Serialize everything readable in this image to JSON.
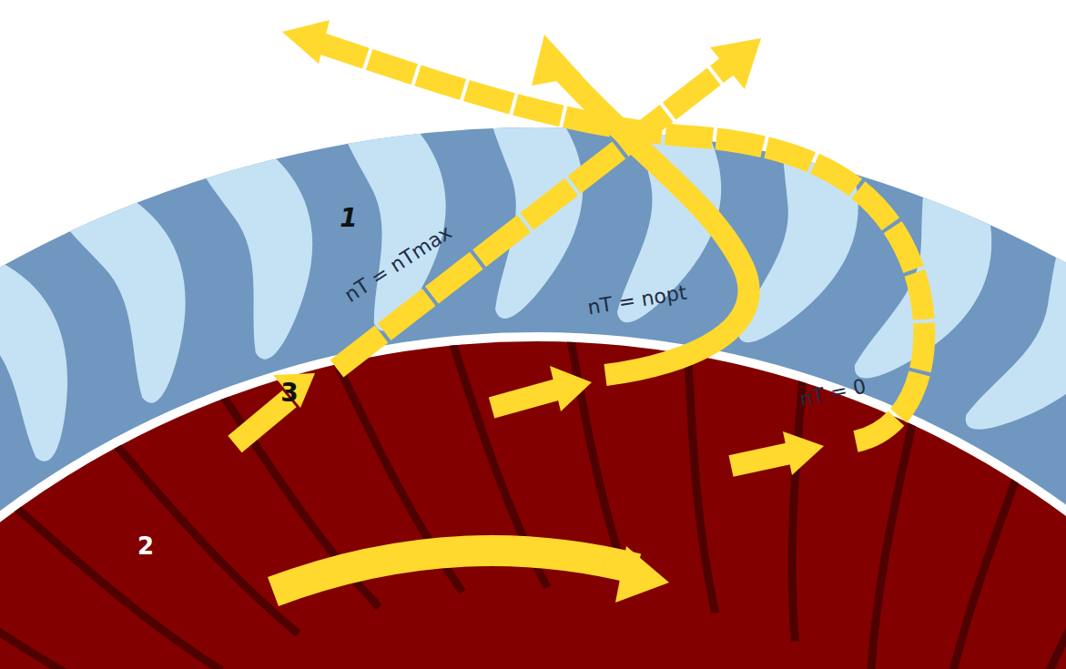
{
  "diagram": {
    "labels": [
      "1",
      "nT = nTmax",
      "nT = nopt",
      "nT = 0",
      "3",
      "2"
    ]
  }
}
